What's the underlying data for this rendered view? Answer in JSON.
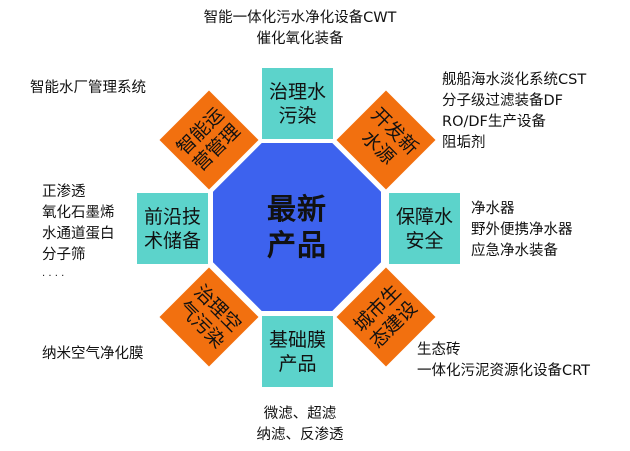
{
  "center": {
    "line1": "最新",
    "line2": "产品"
  },
  "boxes": {
    "top": {
      "line1": "治理水",
      "line2": "污染"
    },
    "right": {
      "line1": "保障水",
      "line2": "安全"
    },
    "bottom": {
      "line1": "基础膜",
      "line2": "产品"
    },
    "left": {
      "line1": "前沿技",
      "line2": "术储备"
    }
  },
  "diamonds": {
    "top_left": {
      "line1": "智能运",
      "line2": "营管理"
    },
    "top_right": {
      "line1": "开发新",
      "line2": "水源"
    },
    "bottom_left": {
      "line1": "治理空",
      "line2": "气污染"
    },
    "bottom_right": {
      "line1": "城市生",
      "line2": "态建设"
    }
  },
  "notes": {
    "top": [
      "智能一体化污水净化设备CWT",
      "催化氧化装备"
    ],
    "top_left": [
      "智能水厂管理系统"
    ],
    "top_right": [
      "舰船海水淡化系统CST",
      "分子级过滤装备DF",
      "RO/DF生产设备",
      "阻垢剂"
    ],
    "left": [
      "正渗透",
      "氧化石墨烯",
      "水通道蛋白",
      "分子筛",
      "· · · ·"
    ],
    "right": [
      "净水器",
      "野外便携净水器",
      "应急净水装备"
    ],
    "bottom_left": [
      "纳米空气净化膜"
    ],
    "bottom_right": [
      "生态砖",
      "一体化污泥资源化设备CRT"
    ],
    "bottom": [
      "微滤、超滤",
      "纳滤、反渗透"
    ]
  },
  "colors": {
    "center": "#3d62ee",
    "box": "#5cd3cb",
    "diamond": "#f2700f"
  }
}
